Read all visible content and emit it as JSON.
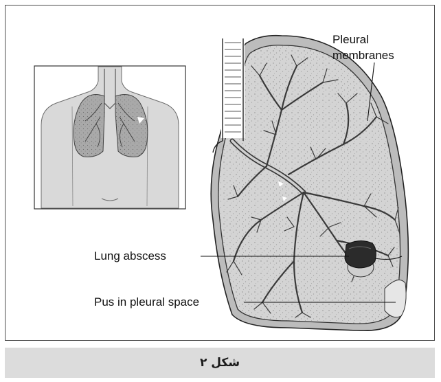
{
  "figure": {
    "labels": {
      "pleural_membranes_line1": "Pleural",
      "pleural_membranes_line2": "membranes",
      "lung_abscess": "Lung abscess",
      "pus_in_pleural_space": "Pus in pleural space"
    },
    "caption": "شکل ۲"
  }
}
